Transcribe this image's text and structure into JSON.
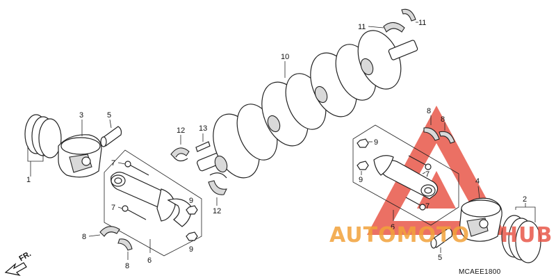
{
  "diagram": {
    "callouts": {
      "c1": "1",
      "c2": "2",
      "c3": "3",
      "c4": "4",
      "c5a": "5",
      "c5b": "5",
      "c6a": "6",
      "c6b": "6",
      "c7a": "7",
      "c7b": "7",
      "c7c": "7",
      "c7d": "7",
      "c8a": "8",
      "c8b": "8",
      "c8c": "8",
      "c8d": "8",
      "c9a": "9",
      "c9b": "9",
      "c9c": "9",
      "c9d": "9",
      "c10": "10",
      "c11a": "11",
      "c11b": "11",
      "c12a": "12",
      "c12b": "12",
      "c13": "13"
    },
    "direction_label": "FR.",
    "diagram_code": "MCAEE1800"
  },
  "watermark": {
    "text_left": "AUTOMOTO",
    "text_right": "HUB",
    "color_red": "#e8584a",
    "color_orange": "#f2a23a"
  }
}
